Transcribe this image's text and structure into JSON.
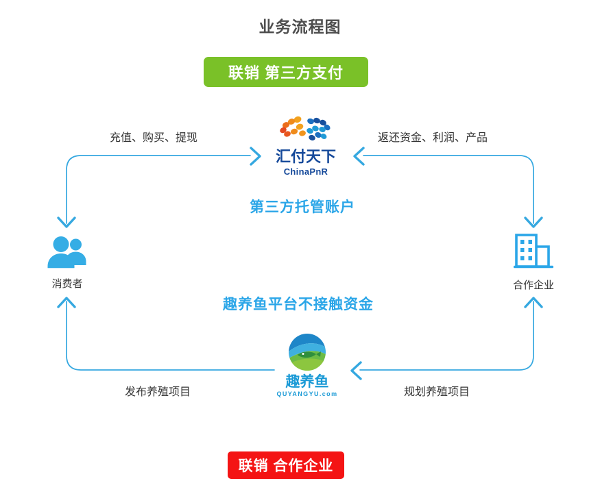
{
  "page": {
    "title": "业务流程图",
    "background_color": "#ffffff"
  },
  "badges": {
    "top": {
      "label": "联销  第三方支付",
      "color": "#7ac128"
    },
    "bottom": {
      "label": "联销  合作企业",
      "color": "#f41414"
    }
  },
  "captions": {
    "escrow": "第三方托管账户",
    "no_funds": "趣养鱼平台不接触资金",
    "accent_color": "#2ba6e8"
  },
  "edges": [
    {
      "id": "consumer-to-pnr",
      "label": "充值、购买、提现",
      "direction": "down"
    },
    {
      "id": "pnr-to-partner",
      "label": "返还资金、利润、产品",
      "direction": "down"
    },
    {
      "id": "quyangyu-to-consumer",
      "label": "发布养殖项目",
      "direction": "up"
    },
    {
      "id": "partner-to-quyangyu",
      "label": "规划养殖项目",
      "direction": "up"
    }
  ],
  "nodes": {
    "consumer": {
      "label": "消费者",
      "icon": "users-icon",
      "color": "#35ade5"
    },
    "partner": {
      "label": "合作企业",
      "icon": "building-icon",
      "color": "#2ba6e8"
    },
    "chinapnr": {
      "wordmark": "汇付天下",
      "sub": "ChinaPnR",
      "icon": "chinapnr-dots-logo",
      "color": "#15499a"
    },
    "quyangyu": {
      "wordmark": "趣养鱼",
      "sub": "QUYANGYU.com",
      "icon": "quyangyu-fish-logo",
      "color": "#1b9ad6"
    }
  },
  "flow": {
    "line_color": "#35a8e0",
    "arrow_color": "#35a8e0"
  }
}
